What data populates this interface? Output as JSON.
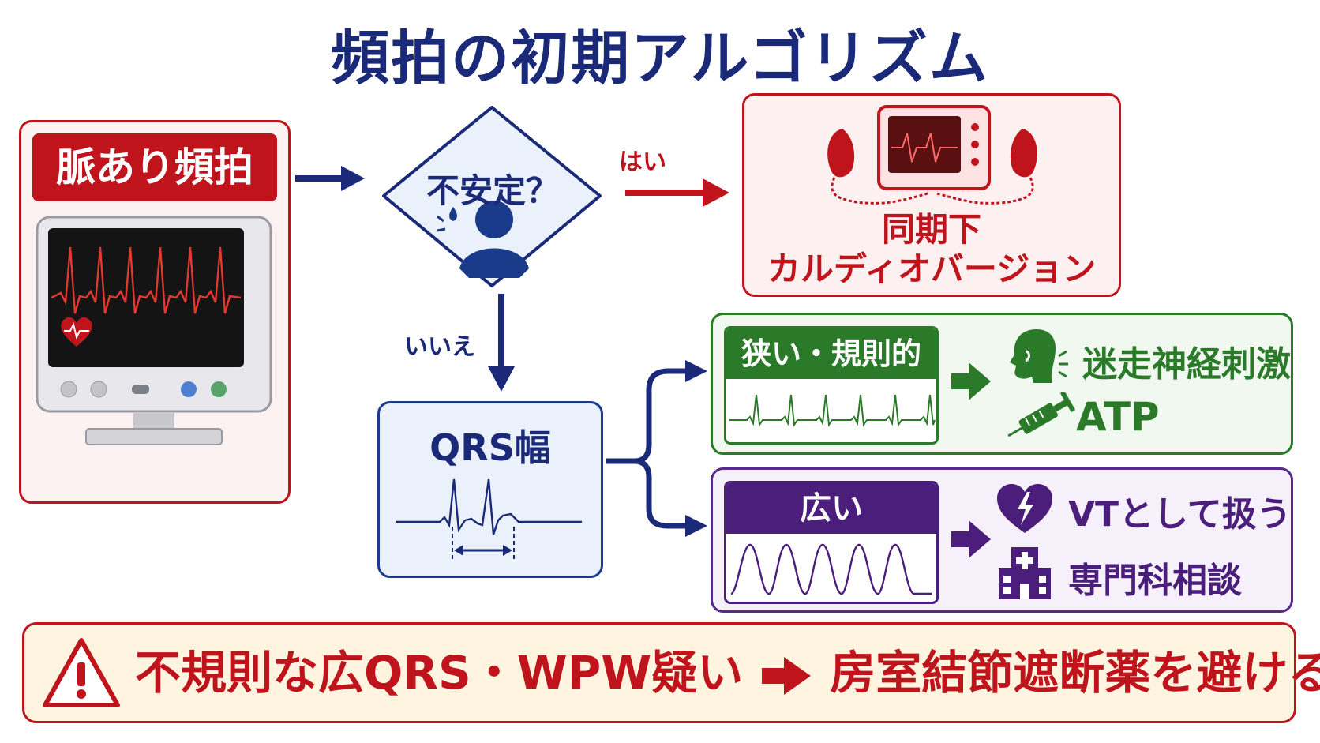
{
  "title": "頻拍の初期アルゴリズム",
  "pulse": {
    "label": "脈あり頻拍"
  },
  "decision": {
    "question": "不安定？"
  },
  "branches": {
    "yes": "はい",
    "no": "いいえ"
  },
  "cardioversion": {
    "line1": "同期下",
    "line2": "カルディオバージョン"
  },
  "qrs": {
    "label": "QRS幅"
  },
  "narrow": {
    "label": "狭い・規則的",
    "action1": "迷走神経刺激",
    "action2": "ATP"
  },
  "wide": {
    "label": "広い",
    "action1": "VTとして扱う",
    "action2": "専門科相談"
  },
  "warning": {
    "condition": "不規則な広QRS・WPW疑い",
    "advice": "房室結節遮断薬を避ける"
  },
  "colors": {
    "navy": "#1a2a78",
    "red": "#c0141c",
    "green": "#2a7a2a",
    "purple": "#4a1e7a"
  }
}
